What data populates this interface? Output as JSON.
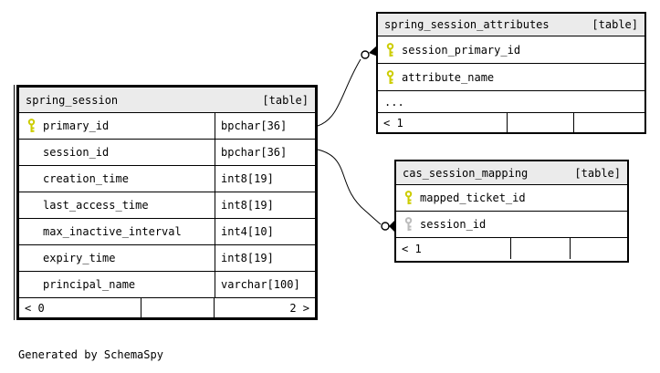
{
  "page": {
    "generator_note": "Generated by SchemaSpy"
  },
  "colors": {
    "header_bg": "#ebebeb",
    "primary_key_icon": "#cccc00",
    "foreign_key_icon": "#bbbbbb",
    "border": "#000000",
    "background": "#ffffff"
  },
  "tables": {
    "spring_session": {
      "name": "spring_session",
      "badge": "[table]",
      "columns": [
        {
          "name": "primary_id",
          "type": "bpchar[36]",
          "key": "primary"
        },
        {
          "name": "session_id",
          "type": "bpchar[36]",
          "key": null
        },
        {
          "name": "creation_time",
          "type": "int8[19]",
          "key": null
        },
        {
          "name": "last_access_time",
          "type": "int8[19]",
          "key": null
        },
        {
          "name": "max_inactive_interval",
          "type": "int4[10]",
          "key": null
        },
        {
          "name": "expiry_time",
          "type": "int8[19]",
          "key": null
        },
        {
          "name": "principal_name",
          "type": "varchar[100]",
          "key": null
        }
      ],
      "degree_left": "< 0",
      "degree_right": "2 >"
    },
    "spring_session_attributes": {
      "name": "spring_session_attributes",
      "badge": "[table]",
      "columns": [
        {
          "name": "session_primary_id",
          "key": "primary"
        },
        {
          "name": "attribute_name",
          "key": "primary"
        }
      ],
      "ellipsis": "...",
      "degree_left": "< 1"
    },
    "cas_session_mapping": {
      "name": "cas_session_mapping",
      "badge": "[table]",
      "columns": [
        {
          "name": "mapped_ticket_id",
          "key": "primary"
        },
        {
          "name": "session_id",
          "key": "foreign"
        }
      ],
      "degree_left": "< 1"
    }
  },
  "relationships": [
    {
      "from": "spring_session.primary_id",
      "to": "spring_session_attributes.session_primary_id"
    },
    {
      "from": "spring_session.session_id",
      "to": "cas_session_mapping.session_id"
    }
  ]
}
